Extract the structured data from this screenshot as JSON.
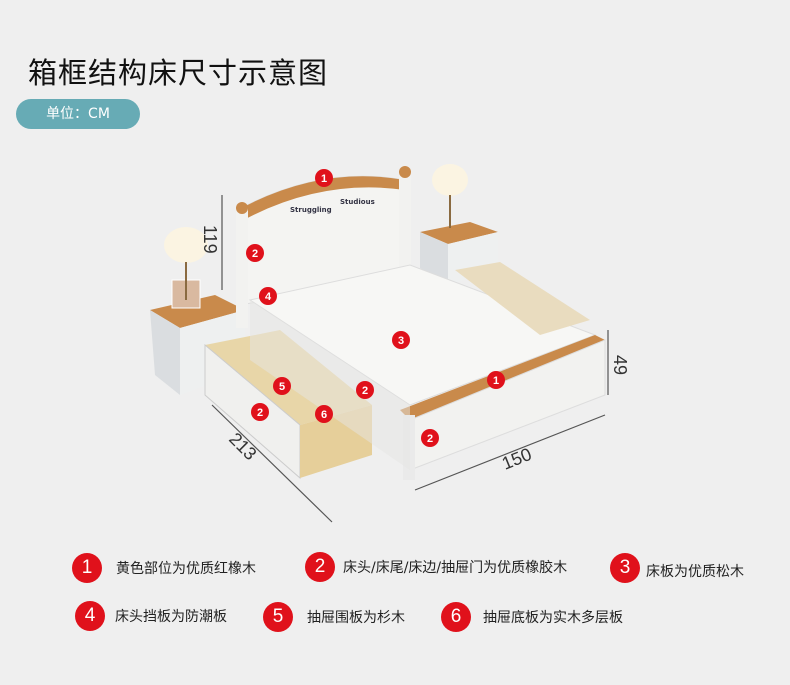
{
  "title": "箱框结构床尺寸示意图",
  "unit_label": "单位：CM",
  "headboard_text": [
    "Struggling",
    "Studious"
  ],
  "dimensions": {
    "height": "119",
    "side_height": "49",
    "length": "213",
    "width": "150"
  },
  "markers": [
    "1",
    "2",
    "4",
    "3",
    "1",
    "2",
    "5",
    "2",
    "6",
    "2"
  ],
  "legend": [
    {
      "num": "1",
      "text": "黄色部位为优质红橡木"
    },
    {
      "num": "2",
      "text": "床头/床尾/床边/抽屉门为优质橡胶木"
    },
    {
      "num": "3",
      "text": "床板为优质松木"
    },
    {
      "num": "4",
      "text": "床头挡板为防潮板"
    },
    {
      "num": "5",
      "text": "抽屉围板为杉木"
    },
    {
      "num": "6",
      "text": "抽屉底板为实木多层板"
    }
  ],
  "colors": {
    "accent": "#67abb5",
    "marker": "#e0111b",
    "wood": "#c8894a"
  }
}
